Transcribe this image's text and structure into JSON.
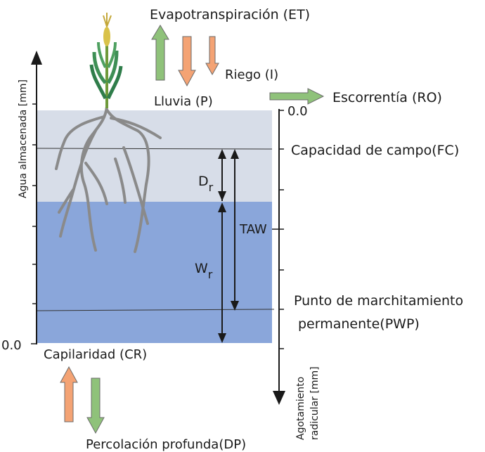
{
  "labels": {
    "et": "Evapotranspiración (ET)",
    "riego": "Riego (I)",
    "lluvia": "Lluvia (P)",
    "escorrentia": "Escorrentía (RO)",
    "zero_right": "0.0",
    "fc": "Capacidad de campo(FC)",
    "dr_main": "D",
    "dr_sub": "r",
    "taw": "TAW",
    "wr_main": "W",
    "wr_sub": "r",
    "pwp_line1": "Punto de marchitamiento",
    "pwp_line2": "permanente(PWP)",
    "zero_left": "0.0",
    "capilaridad": "Capilaridad (CR)",
    "percolacion": "Percolación profunda(DP)",
    "left_axis": "Agua almacenada [mm]",
    "right_axis_line1": "Agotamiento",
    "right_axis_line2": "radicular [mm]"
  },
  "colors": {
    "upper_zone": "#d7dde8",
    "lower_zone": "#8aa6da",
    "green_arrow": "#8fc27a",
    "orange_arrow": "#f4a374",
    "arrow_outline": "#6b6b6b",
    "root": "#8a8a8a"
  },
  "icons": {
    "plant": "corn-plant-icon"
  }
}
